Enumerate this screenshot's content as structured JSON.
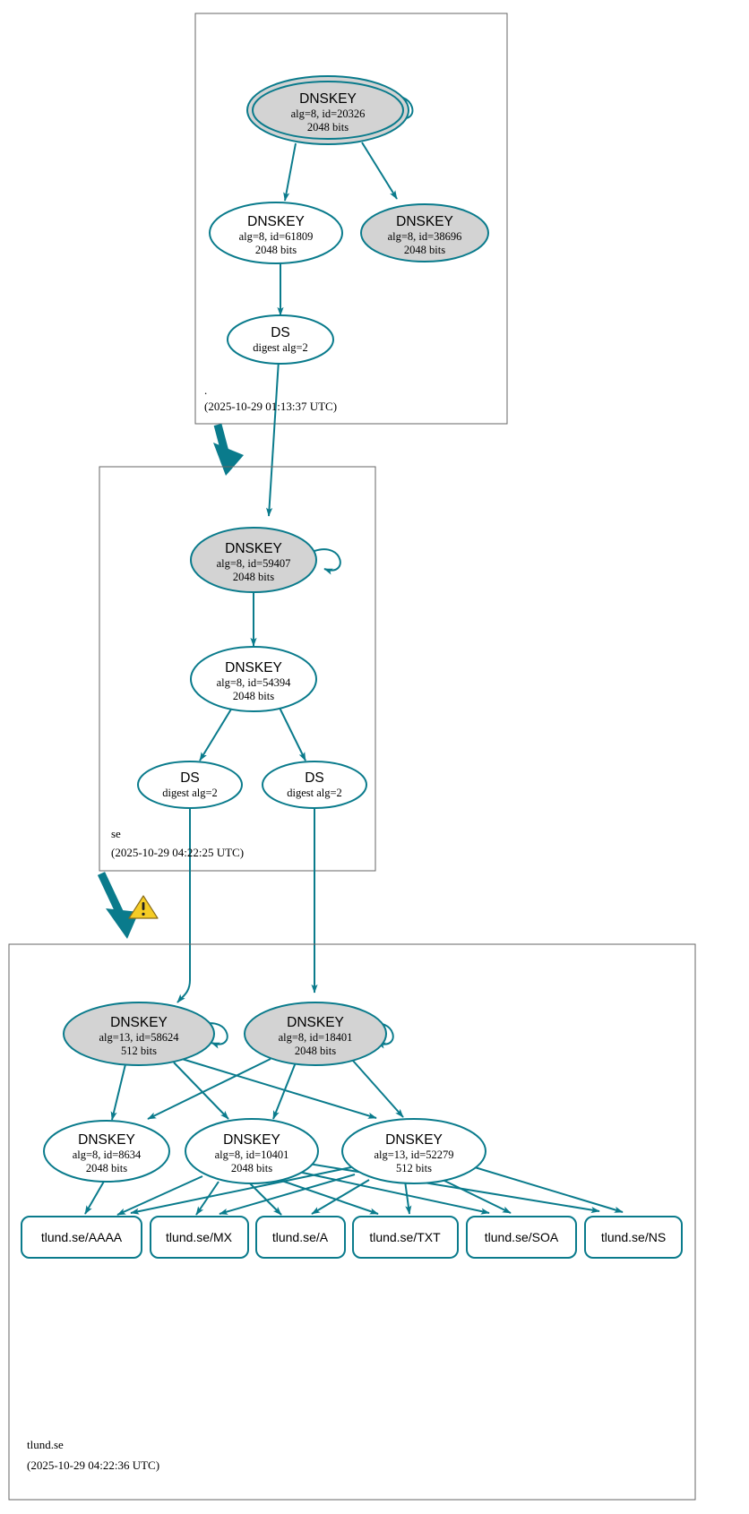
{
  "diagram": {
    "kind": "dnssec-authentication-chain",
    "accent_color": "#0a7b8c",
    "node_fill_secure": "#d3d3d3",
    "node_fill_plain": "#ffffff",
    "zone_border_color": "#666666",
    "warning_color": "#f5cc25"
  },
  "zones": [
    {
      "id": "root",
      "label": ".",
      "timestamp": "(2025-10-29 01:13:37 UTC)",
      "nodes": [
        {
          "id": "root-ksk-20326",
          "type": "DNSKEY",
          "title": "DNSKEY",
          "line2": "alg=8, id=20326",
          "line3": "2048 bits",
          "alg": 8,
          "key_id": 20326,
          "bits": 2048,
          "trust_anchor": true,
          "shaded": true,
          "self_signed": true
        },
        {
          "id": "root-zsk-61809",
          "type": "DNSKEY",
          "title": "DNSKEY",
          "line2": "alg=8, id=61809",
          "line3": "2048 bits",
          "alg": 8,
          "key_id": 61809,
          "bits": 2048,
          "trust_anchor": false,
          "shaded": false,
          "self_signed": false
        },
        {
          "id": "root-key-38696",
          "type": "DNSKEY",
          "title": "DNSKEY",
          "line2": "alg=8, id=38696",
          "line3": "2048 bits",
          "alg": 8,
          "key_id": 38696,
          "bits": 2048,
          "trust_anchor": false,
          "shaded": true,
          "self_signed": false
        },
        {
          "id": "root-ds-1",
          "type": "DS",
          "title": "DS",
          "line2": "digest alg=2",
          "line3": "",
          "digest_alg": 2,
          "shaded": false
        }
      ]
    },
    {
      "id": "se",
      "label": "se",
      "timestamp": "(2025-10-29 04:22:25 UTC)",
      "nodes": [
        {
          "id": "se-ksk-59407",
          "type": "DNSKEY",
          "title": "DNSKEY",
          "line2": "alg=8, id=59407",
          "line3": "2048 bits",
          "alg": 8,
          "key_id": 59407,
          "bits": 2048,
          "shaded": true,
          "self_signed": true
        },
        {
          "id": "se-zsk-54394",
          "type": "DNSKEY",
          "title": "DNSKEY",
          "line2": "alg=8, id=54394",
          "line3": "2048 bits",
          "alg": 8,
          "key_id": 54394,
          "bits": 2048,
          "shaded": false,
          "self_signed": false
        },
        {
          "id": "se-ds-1",
          "type": "DS",
          "title": "DS",
          "line2": "digest alg=2",
          "line3": "",
          "digest_alg": 2,
          "shaded": false
        },
        {
          "id": "se-ds-2",
          "type": "DS",
          "title": "DS",
          "line2": "digest alg=2",
          "line3": "",
          "digest_alg": 2,
          "shaded": false
        }
      ]
    },
    {
      "id": "tlund-se",
      "label": "tlund.se",
      "timestamp": "(2025-10-29 04:22:36 UTC)",
      "nodes": [
        {
          "id": "t-ksk-58624",
          "type": "DNSKEY",
          "title": "DNSKEY",
          "line2": "alg=13, id=58624",
          "line3": "512 bits",
          "alg": 13,
          "key_id": 58624,
          "bits": 512,
          "shaded": true,
          "self_signed": true
        },
        {
          "id": "t-ksk-18401",
          "type": "DNSKEY",
          "title": "DNSKEY",
          "line2": "alg=8, id=18401",
          "line3": "2048 bits",
          "alg": 8,
          "key_id": 18401,
          "bits": 2048,
          "shaded": true,
          "self_signed": true
        },
        {
          "id": "t-key-8634",
          "type": "DNSKEY",
          "title": "DNSKEY",
          "line2": "alg=8, id=8634",
          "line3": "2048 bits",
          "alg": 8,
          "key_id": 8634,
          "bits": 2048,
          "shaded": false,
          "self_signed": false
        },
        {
          "id": "t-key-10401",
          "type": "DNSKEY",
          "title": "DNSKEY",
          "line2": "alg=8, id=10401",
          "line3": "2048 bits",
          "alg": 8,
          "key_id": 10401,
          "bits": 2048,
          "shaded": false,
          "self_signed": false
        },
        {
          "id": "t-key-52279",
          "type": "DNSKEY",
          "title": "DNSKEY",
          "line2": "alg=13, id=52279",
          "line3": "512 bits",
          "alg": 13,
          "key_id": 52279,
          "bits": 512,
          "shaded": false,
          "self_signed": false
        }
      ],
      "rrsets": [
        {
          "id": "rr-aaaa",
          "label": "tlund.se/AAAA"
        },
        {
          "id": "rr-mx",
          "label": "tlund.se/MX"
        },
        {
          "id": "rr-a",
          "label": "tlund.se/A"
        },
        {
          "id": "rr-txt",
          "label": "tlund.se/TXT"
        },
        {
          "id": "rr-soa",
          "label": "tlund.se/SOA"
        },
        {
          "id": "rr-ns",
          "label": "tlund.se/NS"
        }
      ]
    }
  ],
  "delegations": [
    {
      "id": "root-to-se",
      "from": "root",
      "to": "se",
      "status": "secure",
      "warning": false
    },
    {
      "id": "se-to-tlund",
      "from": "se",
      "to": "tlund-se",
      "status": "warning",
      "warning": true,
      "warning_icon": "warning-triangle-icon"
    }
  ]
}
